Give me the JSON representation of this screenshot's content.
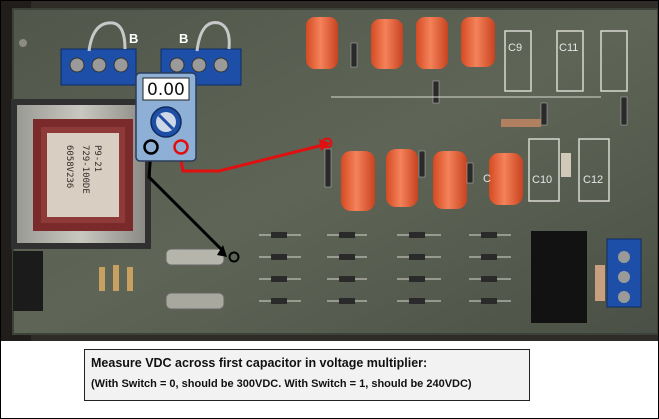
{
  "meter": {
    "reading": "0.00"
  },
  "board": {
    "terminal_labels": [
      "B",
      "B"
    ],
    "component_labels": [
      "C9",
      "C11",
      "C10",
      "C12",
      "C"
    ],
    "transformer_text": [
      "P9-21",
      "729-100DE",
      "6058V236"
    ]
  },
  "caption": {
    "title": "Measure VDC across first capacitor in voltage multiplier:",
    "subtitle": "(With Switch = 0, should be 300VDC.  With Switch = 1, should be 240VDC)"
  },
  "colors": {
    "probe_positive": "#e01010",
    "probe_negative": "#000000",
    "capacitor": "#e8643a",
    "terminal_block": "#1d4fa8",
    "pcb": "#585d4e",
    "meter_body": "#8fb0d6"
  },
  "icons": [
    "multimeter-icon",
    "dial-knob-icon",
    "positive-probe-jack",
    "negative-probe-jack"
  ]
}
